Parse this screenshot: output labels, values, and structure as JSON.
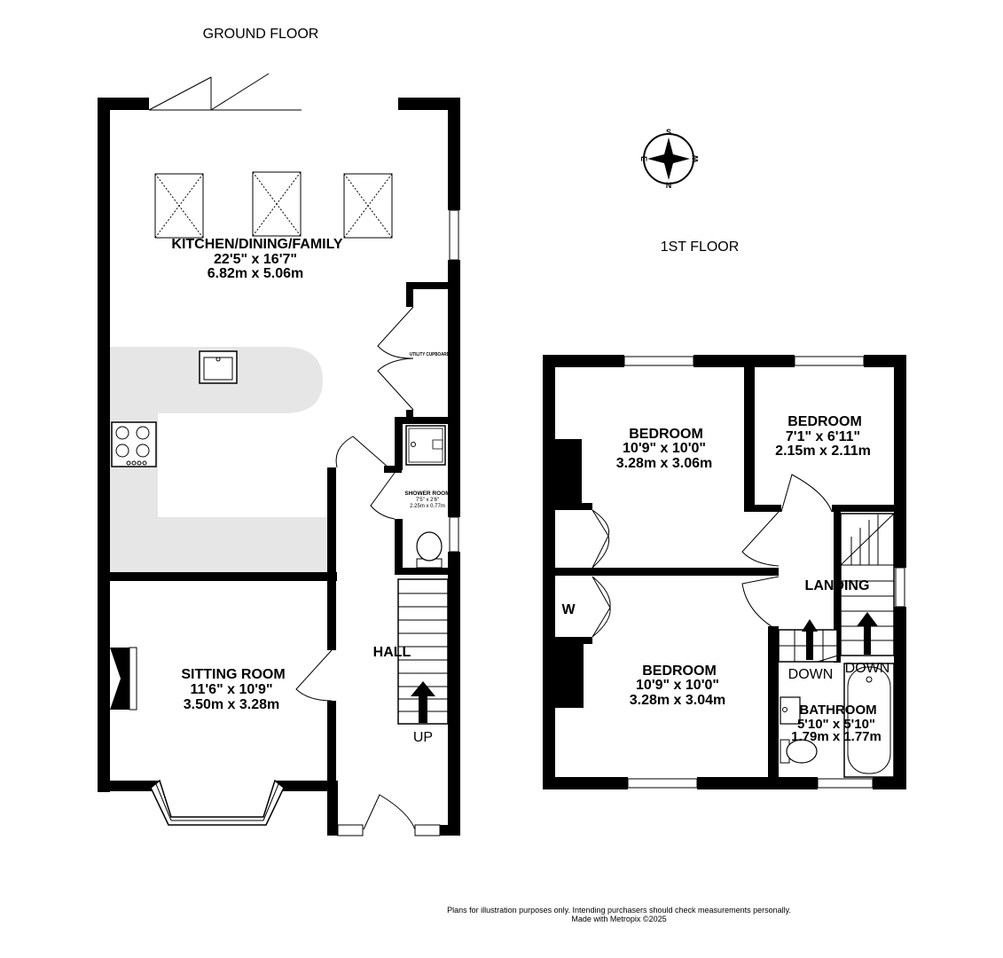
{
  "floors": {
    "ground": {
      "title": "GROUND FLOOR",
      "rooms": {
        "kitchen": {
          "name": "KITCHEN/DINING/FAMILY",
          "imperial": "22'5\"  x 16'7\"",
          "metric": "6.82m  x 5.06m"
        },
        "utility": {
          "name": "UTILITY CUPBOARD"
        },
        "shower": {
          "name": "SHOWER ROOM",
          "imperial": "7'5\" x 2'6\"",
          "metric": "2.25m x 0.77m"
        },
        "sitting": {
          "name": "SITTING ROOM",
          "imperial": "11'6\"  x 10'9\"",
          "metric": "3.50m  x 3.28m"
        },
        "hall": {
          "name": "HALL"
        }
      },
      "stairs_label": "UP"
    },
    "first": {
      "title": "1ST FLOOR",
      "rooms": {
        "bedroom1": {
          "name": "BEDROOM",
          "imperial": "10'9\"  x 10'0\"",
          "metric": "3.28m  x 3.06m"
        },
        "bedroom2": {
          "name": "BEDROOM",
          "imperial": "7'1\"  x 6'11\"",
          "metric": "2.15m  x 2.11m"
        },
        "bedroom3": {
          "name": "BEDROOM",
          "imperial": "10'9\"  x 10'0\"",
          "metric": "3.28m  x 3.04m"
        },
        "landing": {
          "name": "LANDING"
        },
        "bathroom": {
          "name": "BATHROOM",
          "imperial": "5'10\"  x 5'10\"",
          "metric": "1.79m  x 1.77m"
        }
      },
      "wardrobe_label": "W",
      "stairs_labels": [
        "DOWN",
        "DOWN"
      ]
    }
  },
  "compass": {
    "north": "N",
    "south": "S",
    "east": "E",
    "west": "W"
  },
  "footer": {
    "line1": "Plans for illustration purposes only. Intending purchasers should check measurements personally.",
    "line2": "Made with Metropix ©2025"
  }
}
